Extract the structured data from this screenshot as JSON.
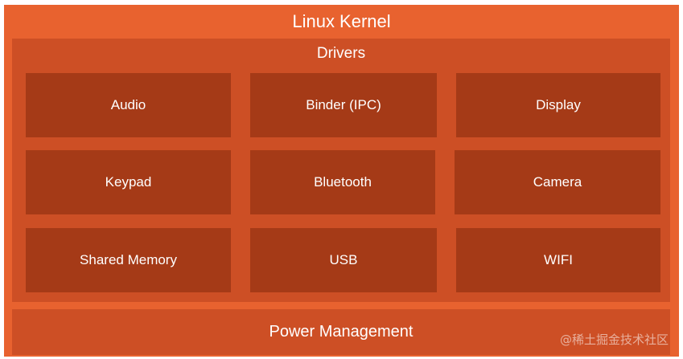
{
  "kernel": {
    "title": "Linux Kernel"
  },
  "drivers": {
    "title": "Drivers",
    "items": [
      {
        "label": "Audio"
      },
      {
        "label": "Binder (IPC)"
      },
      {
        "label": "Display"
      },
      {
        "label": "Keypad"
      },
      {
        "label": "Bluetooth"
      },
      {
        "label": "Camera"
      },
      {
        "label": "Shared Memory"
      },
      {
        "label": "USB"
      },
      {
        "label": "WIFI"
      }
    ]
  },
  "power": {
    "label": "Power Management"
  },
  "watermark": {
    "text": "@稀土掘金技术社区"
  },
  "colors": {
    "kernel": "#e8622f",
    "drivers_panel": "#cd4f25",
    "driver_box": "#a53a17",
    "text": "#ffffff"
  }
}
